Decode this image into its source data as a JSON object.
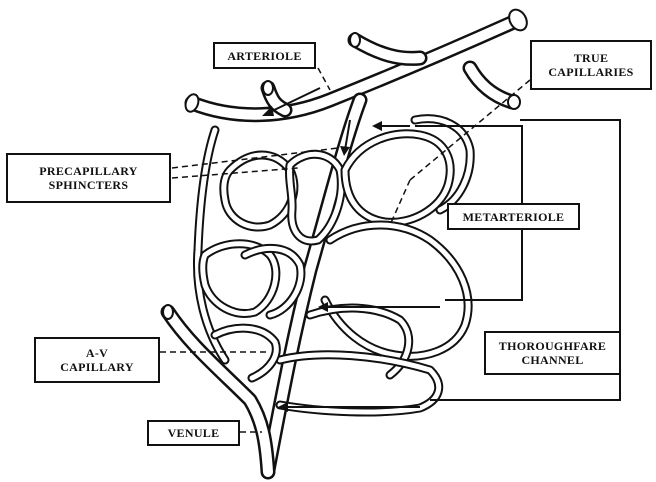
{
  "labels": {
    "arteriole": "ARTERIOLE",
    "true_capillaries": "TRUE\nCAPILLARIES",
    "precapillary_sphincters": "PRECAPILLARY\nSPHINCTERS",
    "metarteriole": "METARTERIOLE",
    "av_capillary": "A-V\nCAPILLARY",
    "thoroughfare_channel": "THOROUGHFARE\nCHANNEL",
    "venule": "VENULE"
  }
}
